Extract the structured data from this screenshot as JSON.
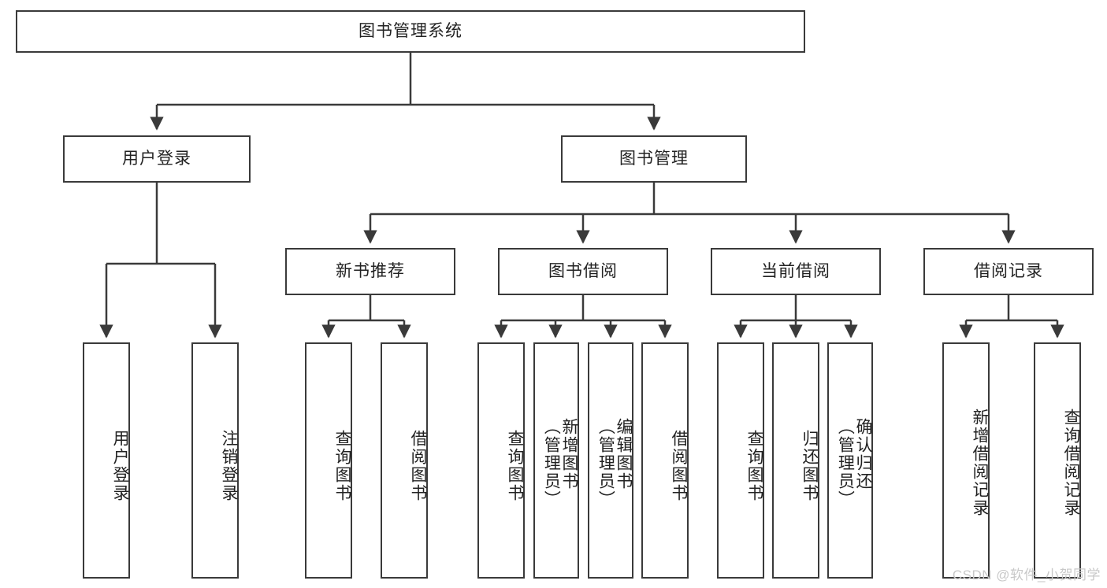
{
  "diagram": {
    "type": "tree",
    "title": "图书管理系统",
    "root": {
      "label": "图书管理系统"
    },
    "level1": [
      {
        "label": "用户登录"
      },
      {
        "label": "图书管理"
      }
    ],
    "level2": [
      {
        "label": "新书推荐"
      },
      {
        "label": "图书借阅"
      },
      {
        "label": "当前借阅"
      },
      {
        "label": "借阅记录"
      }
    ],
    "leaves": {
      "user_login": [
        {
          "label": "用户登录"
        },
        {
          "label": "注销登录"
        }
      ],
      "new_book_recommend": [
        {
          "label": "查询图书"
        },
        {
          "label": "借阅图书"
        }
      ],
      "book_borrow": [
        {
          "label": "查询图书"
        },
        {
          "label": "新增图书\n（管理员）"
        },
        {
          "label": "编辑图书\n（管理员）"
        },
        {
          "label": "借阅图书"
        }
      ],
      "current_borrow": [
        {
          "label": "查询图书"
        },
        {
          "label": "归还图书"
        },
        {
          "label": "确认归还\n（管理员）"
        }
      ],
      "borrow_record": [
        {
          "label": "新增借阅记录"
        },
        {
          "label": "查询借阅记录"
        }
      ]
    }
  },
  "watermark": {
    "text": "CSDN @软件_小贺同学"
  },
  "colors": {
    "border": "#3a3a3a",
    "text": "#222222",
    "background": "#ffffff",
    "watermark": "#c8c8c8"
  }
}
